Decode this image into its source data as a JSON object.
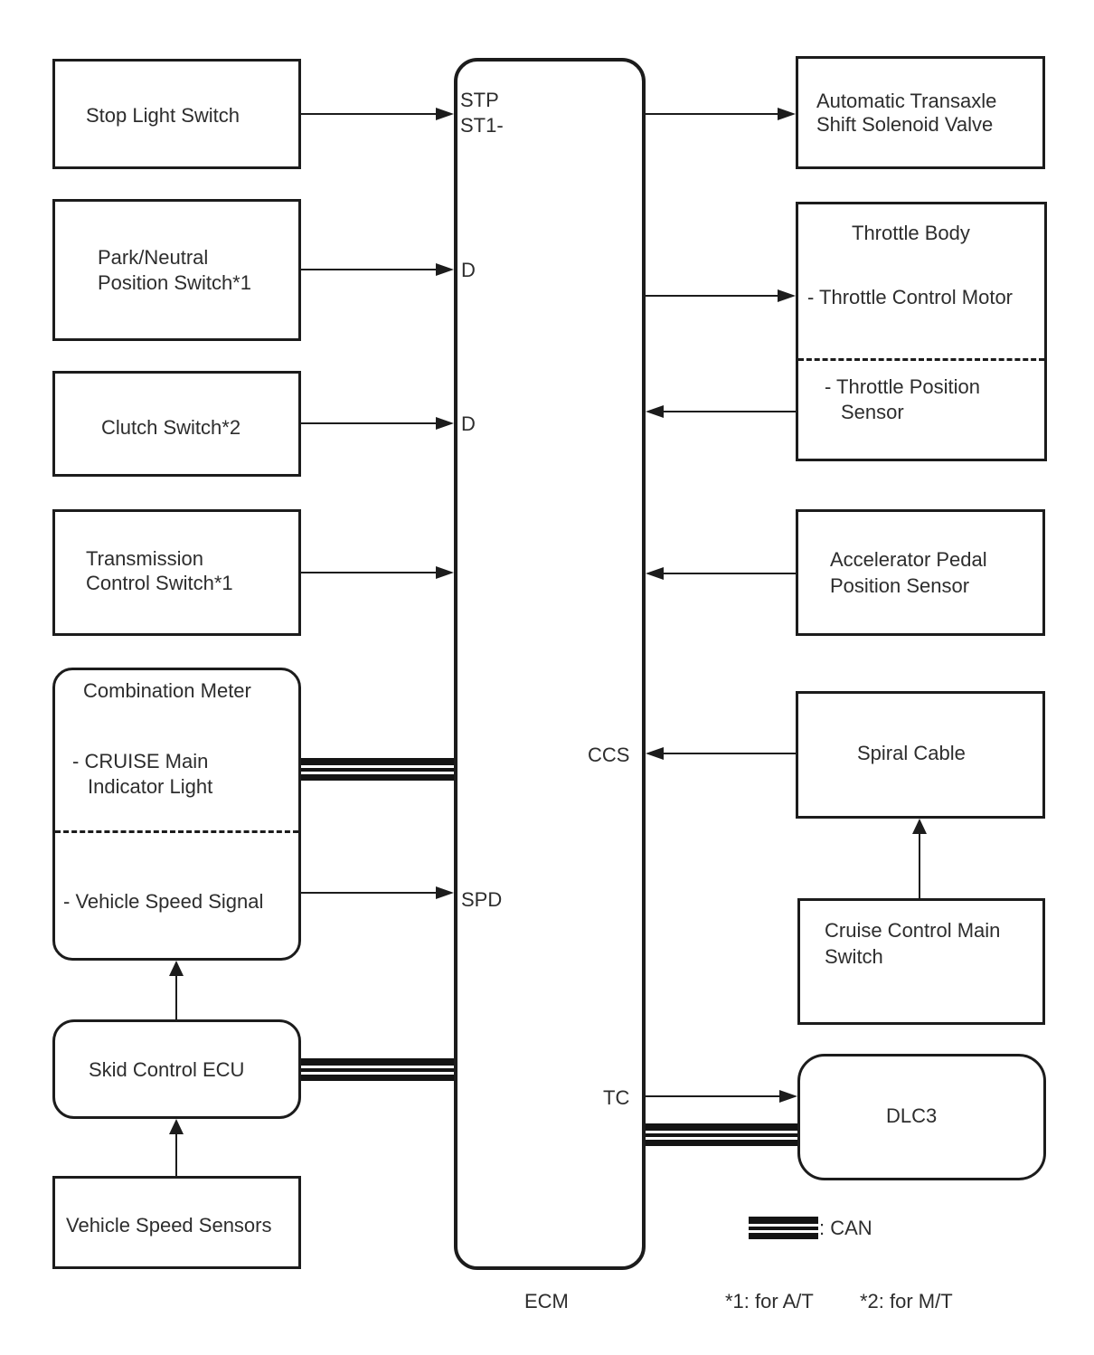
{
  "nodes": {
    "stop_light": {
      "label": "Stop Light Switch"
    },
    "park_neutral": {
      "line1": "Park/Neutral",
      "line2": "Position Switch*1"
    },
    "clutch": {
      "label": "Clutch Switch*2"
    },
    "transmission": {
      "line1": "Transmission",
      "line2": "Control Switch*1"
    },
    "combination_meter": {
      "title": "Combination Meter",
      "item1_line1": "- CRUISE Main",
      "item1_line2": "Indicator Light",
      "item2": "- Vehicle Speed Signal"
    },
    "skid_control": {
      "label": "Skid Control ECU"
    },
    "vehicle_speed_sensors": {
      "label": "Vehicle Speed Sensors"
    },
    "automatic_transaxle": {
      "line1": "Automatic Transaxle",
      "line2": "Shift Solenoid Valve"
    },
    "throttle_body": {
      "title": "Throttle Body",
      "item1": "- Throttle Control Motor",
      "item2_line1": "- Throttle Position",
      "item2_line2": "Sensor"
    },
    "accelerator_pedal": {
      "line1": "Accelerator Pedal",
      "line2": "Position Sensor"
    },
    "spiral_cable": {
      "label": "Spiral Cable"
    },
    "cruise_control_main_switch": {
      "line1": "Cruise Control Main",
      "line2": "Switch"
    },
    "dlc3": {
      "label": "DLC3"
    }
  },
  "ecm": {
    "label": "ECM",
    "pins": {
      "stp": "STP",
      "st1": "ST1-",
      "d_park_neutral": "D",
      "d_clutch": "D",
      "spd": "SPD",
      "ccs": "CCS",
      "tc": "TC"
    }
  },
  "legend": {
    "can": ": CAN",
    "note1": "*1: for A/T",
    "note2": "*2: for M/T"
  },
  "colors": {
    "line": "#1c1c1c",
    "text": "#2d2d2d",
    "background": "#ffffff"
  }
}
